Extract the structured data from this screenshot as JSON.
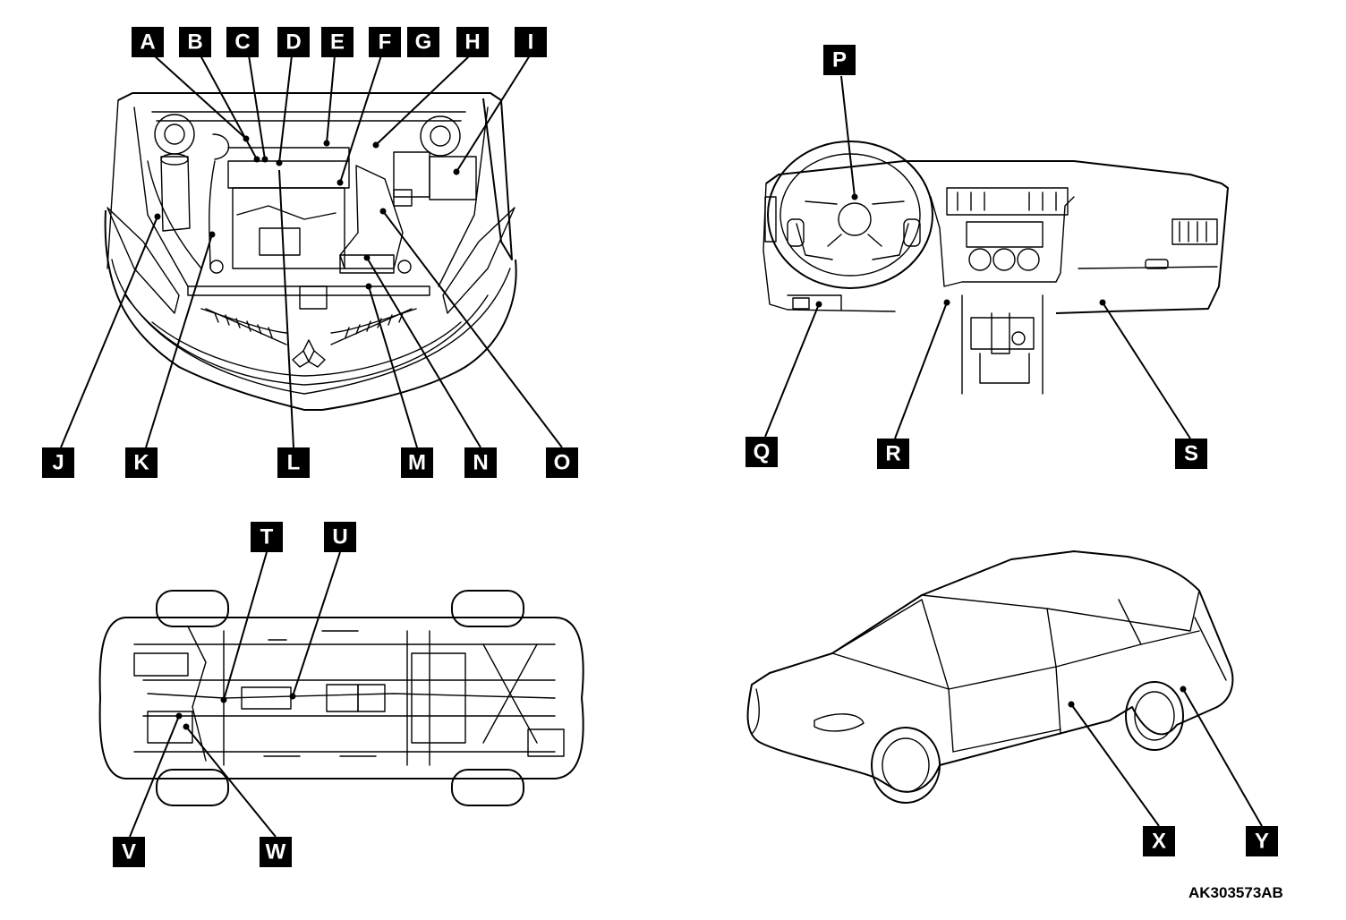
{
  "callouts": [
    "A",
    "B",
    "C",
    "D",
    "E",
    "F",
    "G",
    "H",
    "I",
    "J",
    "K",
    "L",
    "M",
    "N",
    "O",
    "P",
    "Q",
    "R",
    "S",
    "T",
    "U",
    "V",
    "W",
    "X",
    "Y"
  ],
  "figure_code": "AK303573AB",
  "views": {
    "engine_bay": "engine-compartment",
    "dashboard": "instrument-panel",
    "underbody": "vehicle-underside",
    "exterior": "vehicle-exterior"
  }
}
